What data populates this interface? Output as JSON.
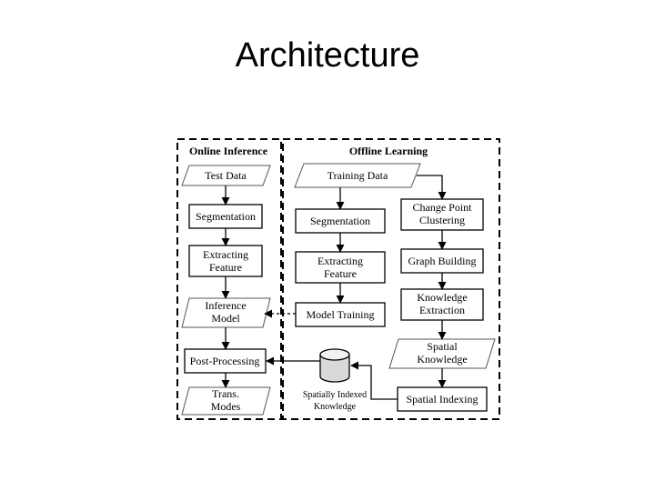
{
  "title": "Architecture",
  "panels": {
    "online": "Online Inference",
    "offline": "Offline Learning"
  },
  "nodes": {
    "test_data": "Test Data",
    "online_segmentation": "Segmentation",
    "online_extract_1": "Extracting",
    "online_extract_2": "Feature",
    "inference_model_1": "Inference",
    "inference_model_2": "Model",
    "post_processing": "Post-Processing",
    "trans_modes_1": "Trans.",
    "trans_modes_2": "Modes",
    "training_data": "Training Data",
    "offline_segmentation": "Segmentation",
    "offline_extract_1": "Extracting",
    "offline_extract_2": "Feature",
    "model_training": "Model Training",
    "change_point_1": "Change Point",
    "change_point_2": "Clustering",
    "graph_building": "Graph Building",
    "knowledge_extraction_1": "Knowledge",
    "knowledge_extraction_2": "Extraction",
    "spatial_knowledge_1": "Spatial",
    "spatial_knowledge_2": "Knowledge",
    "spatial_indexing": "Spatial Indexing",
    "indexed_knowledge_1": "Spatially Indexed",
    "indexed_knowledge_2": "Knowledge"
  }
}
